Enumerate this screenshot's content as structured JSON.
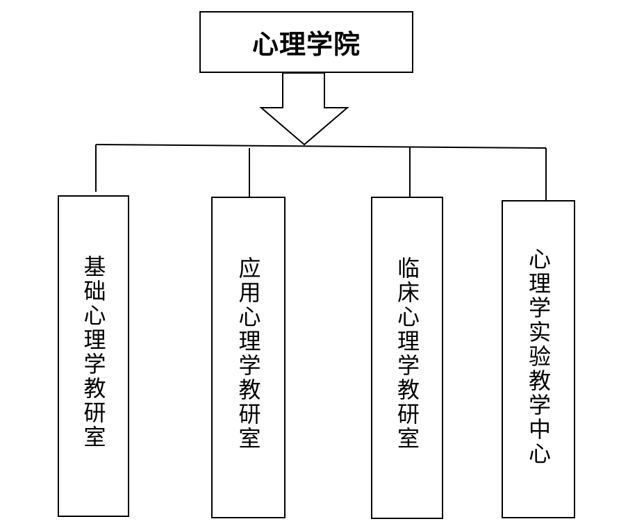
{
  "root": {
    "title": "心理学院"
  },
  "departments": [
    {
      "label": "基础心理学教研室"
    },
    {
      "label": "应用心理学教研室"
    },
    {
      "label": "临床心理学教研室"
    },
    {
      "label": "心理学实验教学中心"
    }
  ]
}
